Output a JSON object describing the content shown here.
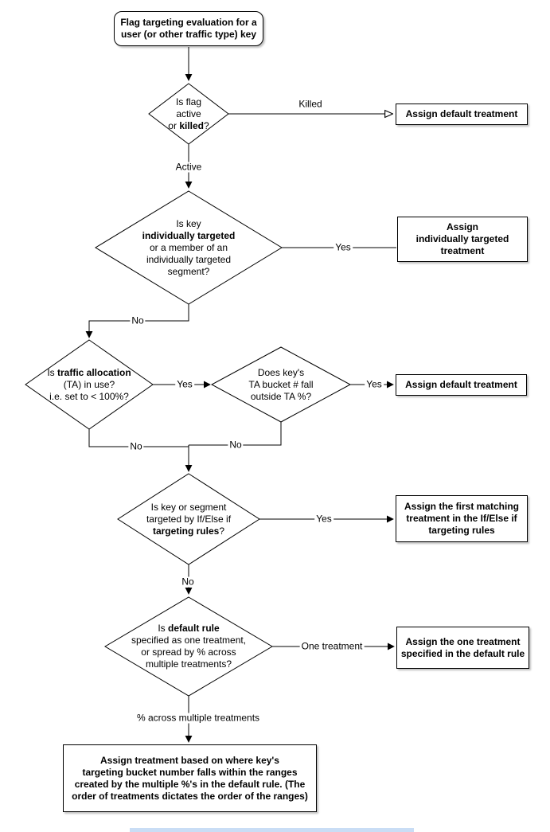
{
  "canvas": {
    "background": "#ffffff",
    "line_color": "#000000",
    "footer_bar_color": "#c9ddf5"
  },
  "start": {
    "line1": "Flag targeting evaluation for a",
    "line2": "user (or other traffic type) key"
  },
  "decisions": {
    "flag_active": {
      "l1": "Is flag",
      "l2": "active",
      "l3a": "or ",
      "l3b": "killed",
      "l3c": "?"
    },
    "individually_targeted": {
      "l1": "Is key",
      "l2": "individually targeted",
      "l3": "or a member of an",
      "l4": "individually targeted",
      "l5": "segment?"
    },
    "traffic_allocation": {
      "l1a": "Is ",
      "l1b": "traffic allocation",
      "l2": "(TA) in use?",
      "l3": "i.e. set to < 100%?"
    },
    "ta_bucket": {
      "l1": "Does key's",
      "l2": "TA bucket # fall",
      "l3": "outside TA %?"
    },
    "targeting_rules": {
      "l1": "Is key or segment",
      "l2": "targeted by If/Else if",
      "l3a": "targeting rules",
      "l3b": "?"
    },
    "default_rule": {
      "l1a": "Is ",
      "l1b": "default rule",
      "l2": "specified as one treatment,",
      "l3": "or spread by % across",
      "l4": "multiple treatments?"
    }
  },
  "outcomes": {
    "default_killed": {
      "l1": "Assign default treatment"
    },
    "individually_targeted": {
      "l1": "Assign",
      "l2": "individually targeted",
      "l3": "treatment"
    },
    "default_ta": {
      "l1": "Assign default treatment"
    },
    "first_matching": {
      "l1": "Assign the first matching",
      "l2": "treatment in the If/Else if",
      "l3": "targeting rules"
    },
    "one_treatment": {
      "l1": "Assign the one treatment",
      "l2": "specified in the default rule"
    },
    "bucket_ranges": {
      "l1": "Assign treatment based on where key's",
      "l2": "targeting bucket number falls within the ranges",
      "l3": "created by the multiple %'s in the default rule. (The",
      "l4": "order of treatments dictates the order of the ranges)"
    }
  },
  "edge_labels": {
    "killed": "Killed",
    "active": "Active",
    "yes_individual": "Yes",
    "no_individual": "No",
    "yes_ta": "Yes",
    "yes_outside": "Yes",
    "no_ta": "No",
    "no_outside": "No",
    "yes_rules": "Yes",
    "no_rules": "No",
    "one_treatment": "One treatment",
    "pct_multiple": "% across multiple treatments"
  }
}
